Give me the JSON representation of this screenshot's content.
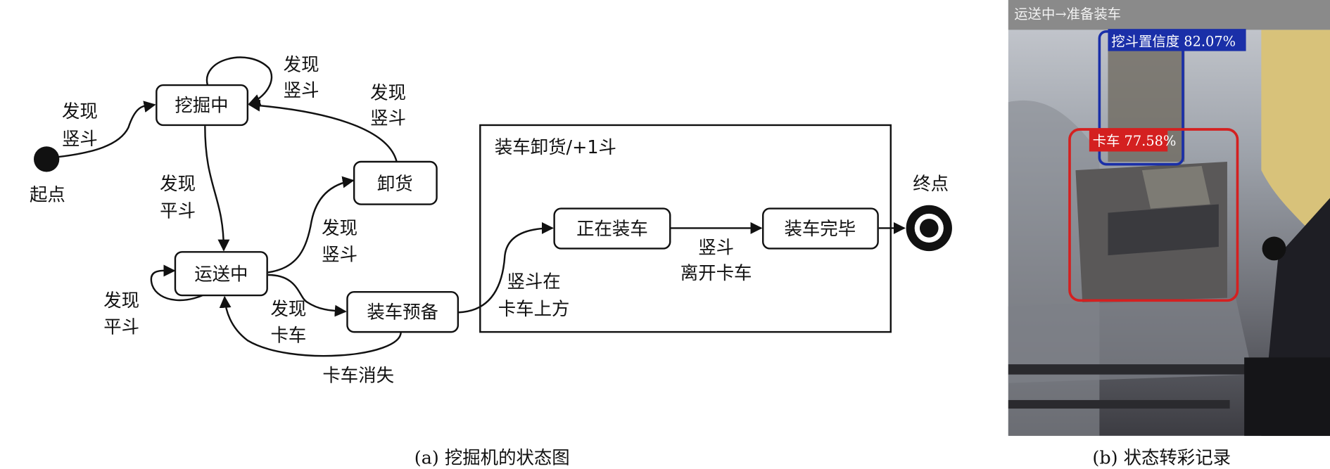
{
  "diagram": {
    "start_label": "起点",
    "end_label": "终点",
    "states": {
      "digging": "挖掘中",
      "unloading": "卸货",
      "transporting": "运送中",
      "load_prep": "装车预备",
      "loading": "正在装车",
      "load_done": "装车完毕"
    },
    "composite_label": "装车卸货/+1斗",
    "edges": {
      "start_to_digging": [
        "发现",
        "竖斗"
      ],
      "digging_self": [
        "发现",
        "竖斗"
      ],
      "unloading_to_digging": [
        "发现",
        "竖斗"
      ],
      "digging_to_transporting": [
        "发现",
        "平斗"
      ],
      "transporting_to_unloading": [
        "发现",
        "竖斗"
      ],
      "transporting_self": [
        "发现",
        "平斗"
      ],
      "transporting_to_load_prep": [
        "发现",
        "卡车"
      ],
      "load_prep_to_transporting": "卡车消失",
      "load_prep_to_loading": [
        "竖斗在",
        "卡车上方"
      ],
      "loading_to_done": [
        "竖斗",
        "离开卡车"
      ]
    },
    "caption": "(a)  挖掘机的状态图"
  },
  "photo": {
    "status_bar": "运送中→准备装车",
    "detections": [
      {
        "label": "挖斗置信度 82.07%",
        "color": "#1a2fa8"
      },
      {
        "label": "卡车 77.58%",
        "color": "#d42020"
      }
    ],
    "caption": "(b)  状态转彩记录"
  }
}
